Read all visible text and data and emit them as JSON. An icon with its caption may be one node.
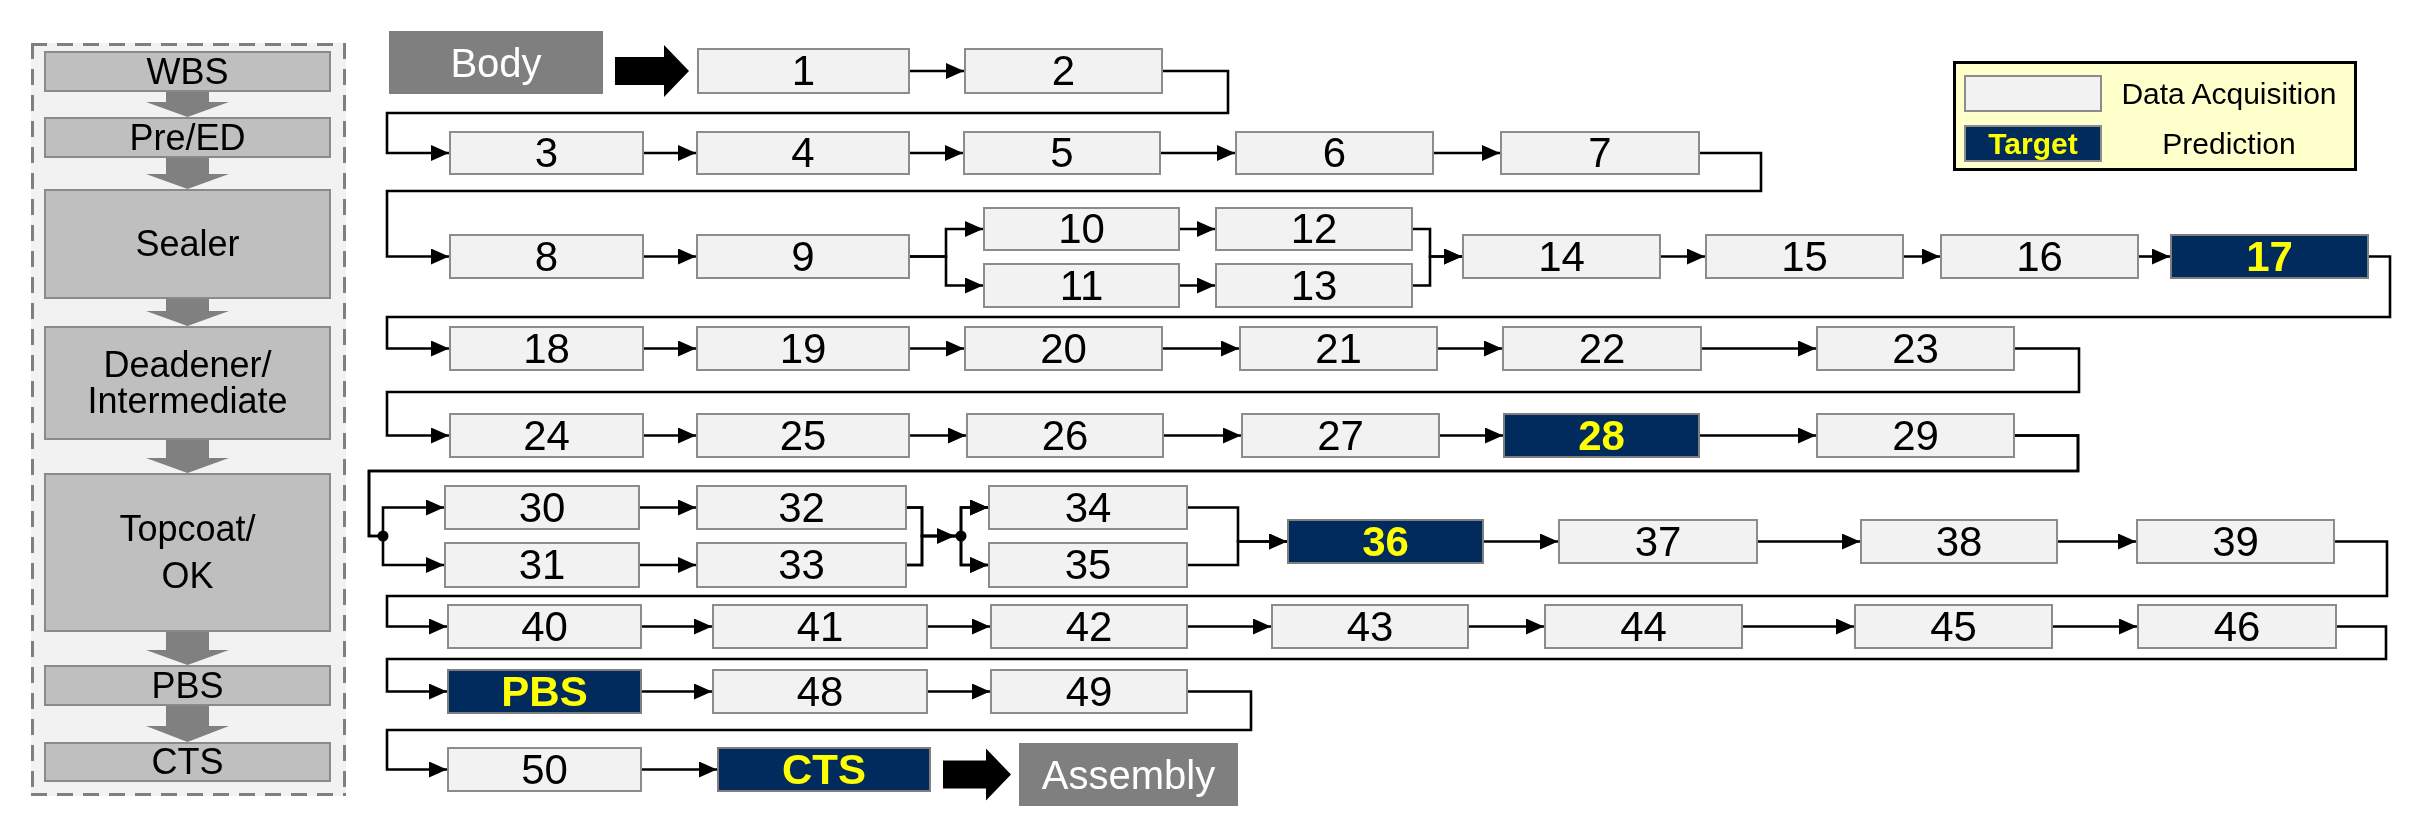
{
  "diagram": {
    "nodes": [
      {
        "text": [],
        "shape": "box"
      },
      {
        "text": [
          "WBS"
        ],
        "in": 0
      },
      {
        "text": [
          "Pre/ED"
        ],
        "in": 0
      },
      {
        "text": [
          "Sealer"
        ],
        "in": 0
      },
      {
        "text": [
          "Deadener/ Intermediate"
        ],
        "in": 0
      },
      {
        "text": [
          "Topcoat/ OK"
        ],
        "in": 0
      },
      {
        "text": [
          "PBS"
        ],
        "in": 0
      },
      {
        "text": [
          "CTS"
        ],
        "in": 0
      },
      {
        "text": [
          "Body"
        ]
      },
      {
        "text": [
          "1"
        ]
      },
      {
        "text": [
          "2"
        ]
      },
      {
        "text": [
          "3"
        ]
      },
      {
        "text": [
          "4"
        ]
      },
      {
        "text": [
          "5"
        ]
      },
      {
        "text": [
          "6"
        ]
      },
      {
        "text": [
          "7"
        ]
      },
      {
        "text": [
          "8"
        ]
      },
      {
        "text": [
          "9"
        ]
      },
      {
        "text": [
          "10"
        ]
      },
      {
        "text": [
          "11"
        ]
      },
      {
        "text": [
          "12"
        ]
      },
      {
        "text": [
          "13"
        ]
      },
      {
        "text": [
          "14"
        ]
      },
      {
        "text": [
          "15"
        ]
      },
      {
        "text": [
          "16"
        ]
      },
      {
        "text": [
          "17"
        ]
      },
      {
        "text": [
          "18"
        ]
      },
      {
        "text": [
          "19"
        ]
      },
      {
        "text": [
          "20"
        ]
      },
      {
        "text": [
          "21"
        ]
      },
      {
        "text": [
          "22"
        ]
      },
      {
        "text": [
          "23"
        ]
      },
      {
        "text": [
          "24"
        ]
      },
      {
        "text": [
          "25"
        ]
      },
      {
        "text": [
          "26"
        ]
      },
      {
        "text": [
          "27"
        ]
      },
      {
        "text": [
          "28"
        ]
      },
      {
        "text": [
          "29"
        ]
      },
      {
        "text": [
          "30"
        ]
      },
      {
        "text": [
          "31"
        ]
      },
      {
        "text": [
          "32"
        ]
      },
      {
        "text": [
          "33"
        ]
      },
      {
        "text": [
          "34"
        ]
      },
      {
        "text": [
          "35"
        ]
      },
      {
        "text": [
          "36"
        ]
      },
      {
        "text": [
          "37"
        ]
      },
      {
        "text": [
          "38"
        ]
      },
      {
        "text": [
          "39"
        ]
      },
      {
        "text": [
          "40"
        ]
      },
      {
        "text": [
          "41"
        ]
      },
      {
        "text": [
          "42"
        ]
      },
      {
        "text": [
          "43"
        ]
      },
      {
        "text": [
          "44"
        ]
      },
      {
        "text": [
          "45"
        ]
      },
      {
        "text": [
          "46"
        ]
      },
      {
        "text": [
          "PBS"
        ]
      },
      {
        "text": [
          "48"
        ]
      },
      {
        "text": [
          "49"
        ]
      },
      {
        "text": [
          "50"
        ]
      },
      {
        "text": [
          "CTS"
        ]
      },
      {
        "text": [
          "Assembly"
        ]
      }
    ],
    "edges": [
      {
        "from": 1,
        "to": 2,
        "arrow": "to",
        "style": "thick",
        "color": "#808080"
      },
      {
        "from": 2,
        "to": 3,
        "arrow": "to",
        "style": "thick",
        "color": "#808080"
      },
      {
        "from": 3,
        "to": 4,
        "arrow": "to",
        "style": "thick",
        "color": "#808080"
      },
      {
        "from": 4,
        "to": 5,
        "arrow": "to",
        "style": "thick",
        "color": "#808080"
      },
      {
        "from": 5,
        "to": 6,
        "arrow": "to",
        "style": "thick",
        "color": "#808080"
      },
      {
        "from": 6,
        "to": 7,
        "arrow": "to",
        "style": "thick",
        "color": "#808080"
      },
      {
        "from": 8,
        "to": 9,
        "arrow": "to",
        "style": "thick"
      },
      {
        "from": 9,
        "to": 10,
        "arrow": "to"
      },
      {
        "from": 10,
        "to": 11,
        "arrow": "to"
      },
      {
        "from": 11,
        "to": 12,
        "arrow": "to"
      },
      {
        "from": 12,
        "to": 13,
        "arrow": "to"
      },
      {
        "from": 13,
        "to": 14,
        "arrow": "to"
      },
      {
        "from": 14,
        "to": 15,
        "arrow": "to"
      },
      {
        "from": 15,
        "to": 16,
        "arrow": "to"
      },
      {
        "from": 16,
        "to": 17,
        "arrow": "to"
      },
      {
        "from": 17,
        "to": 18,
        "arrow": "to"
      },
      {
        "from": 17,
        "to": 19,
        "arrow": "to"
      },
      {
        "from": 18,
        "to": 20,
        "arrow": "to"
      },
      {
        "from": 19,
        "to": 21,
        "arrow": "to"
      },
      {
        "from": 20,
        "to": 22,
        "arrow": "to"
      },
      {
        "from": 21,
        "to": 22,
        "arrow": "to"
      },
      {
        "from": 22,
        "to": 23,
        "arrow": "to"
      },
      {
        "from": 23,
        "to": 24,
        "arrow": "to"
      },
      {
        "from": 24,
        "to": 25,
        "arrow": "to"
      },
      {
        "from": 25,
        "to": 26,
        "arrow": "to"
      },
      {
        "from": 26,
        "to": 27,
        "arrow": "to"
      },
      {
        "from": 27,
        "to": 28,
        "arrow": "to"
      },
      {
        "from": 28,
        "to": 29,
        "arrow": "to"
      },
      {
        "from": 29,
        "to": 30,
        "arrow": "to"
      },
      {
        "from": 30,
        "to": 31,
        "arrow": "to"
      },
      {
        "from": 31,
        "to": 32,
        "arrow": "to"
      },
      {
        "from": 32,
        "to": 33,
        "arrow": "to"
      },
      {
        "from": 33,
        "to": 34,
        "arrow": "to"
      },
      {
        "from": 34,
        "to": 35,
        "arrow": "to"
      },
      {
        "from": 35,
        "to": 36,
        "arrow": "to"
      },
      {
        "from": 36,
        "to": 37,
        "arrow": "to"
      },
      {
        "from": 37,
        "to": 38,
        "arrow": "to"
      },
      {
        "from": 37,
        "to": 39,
        "arrow": "to"
      },
      {
        "from": 38,
        "to": 40,
        "arrow": "to"
      },
      {
        "from": 39,
        "to": 41,
        "arrow": "to"
      },
      {
        "from": 40,
        "to": 42,
        "arrow": "to"
      },
      {
        "from": 40,
        "to": 43,
        "arrow": "to"
      },
      {
        "from": 41,
        "to": 42,
        "arrow": "to"
      },
      {
        "from": 41,
        "to": 43,
        "arrow": "to"
      },
      {
        "from": 42,
        "to": 44,
        "arrow": "to"
      },
      {
        "from": 43,
        "to": 44,
        "arrow": "to"
      },
      {
        "from": 44,
        "to": 45,
        "arrow": "to"
      },
      {
        "from": 45,
        "to": 46,
        "arrow": "to"
      },
      {
        "from": 46,
        "to": 47,
        "arrow": "to"
      },
      {
        "from": 47,
        "to": 48,
        "arrow": "to"
      },
      {
        "from": 48,
        "to": 49,
        "arrow": "to"
      },
      {
        "from": 49,
        "to": 50,
        "arrow": "to"
      },
      {
        "from": 50,
        "to": 51,
        "arrow": "to"
      },
      {
        "from": 51,
        "to": 52,
        "arrow": "to"
      },
      {
        "from": 52,
        "to": 53,
        "arrow": "to"
      },
      {
        "from": 53,
        "to": 54,
        "arrow": "to"
      },
      {
        "from": 54,
        "to": 55,
        "arrow": "to"
      },
      {
        "from": 55,
        "to": 56,
        "arrow": "to"
      },
      {
        "from": 56,
        "to": 57,
        "arrow": "to"
      },
      {
        "from": 57,
        "to": 58,
        "arrow": "to"
      },
      {
        "from": 58,
        "to": 59,
        "arrow": "to"
      },
      {
        "from": 59,
        "to": 60,
        "arrow": "to",
        "style": "thick"
      }
    ],
    "labels": [
      "Target"
    ],
    "legend": [
      {
        "text": "Data Acquisition",
        "color": "#f2f2f2"
      },
      {
        "text": "Prediction",
        "color": "#002b5c"
      }
    ]
  }
}
